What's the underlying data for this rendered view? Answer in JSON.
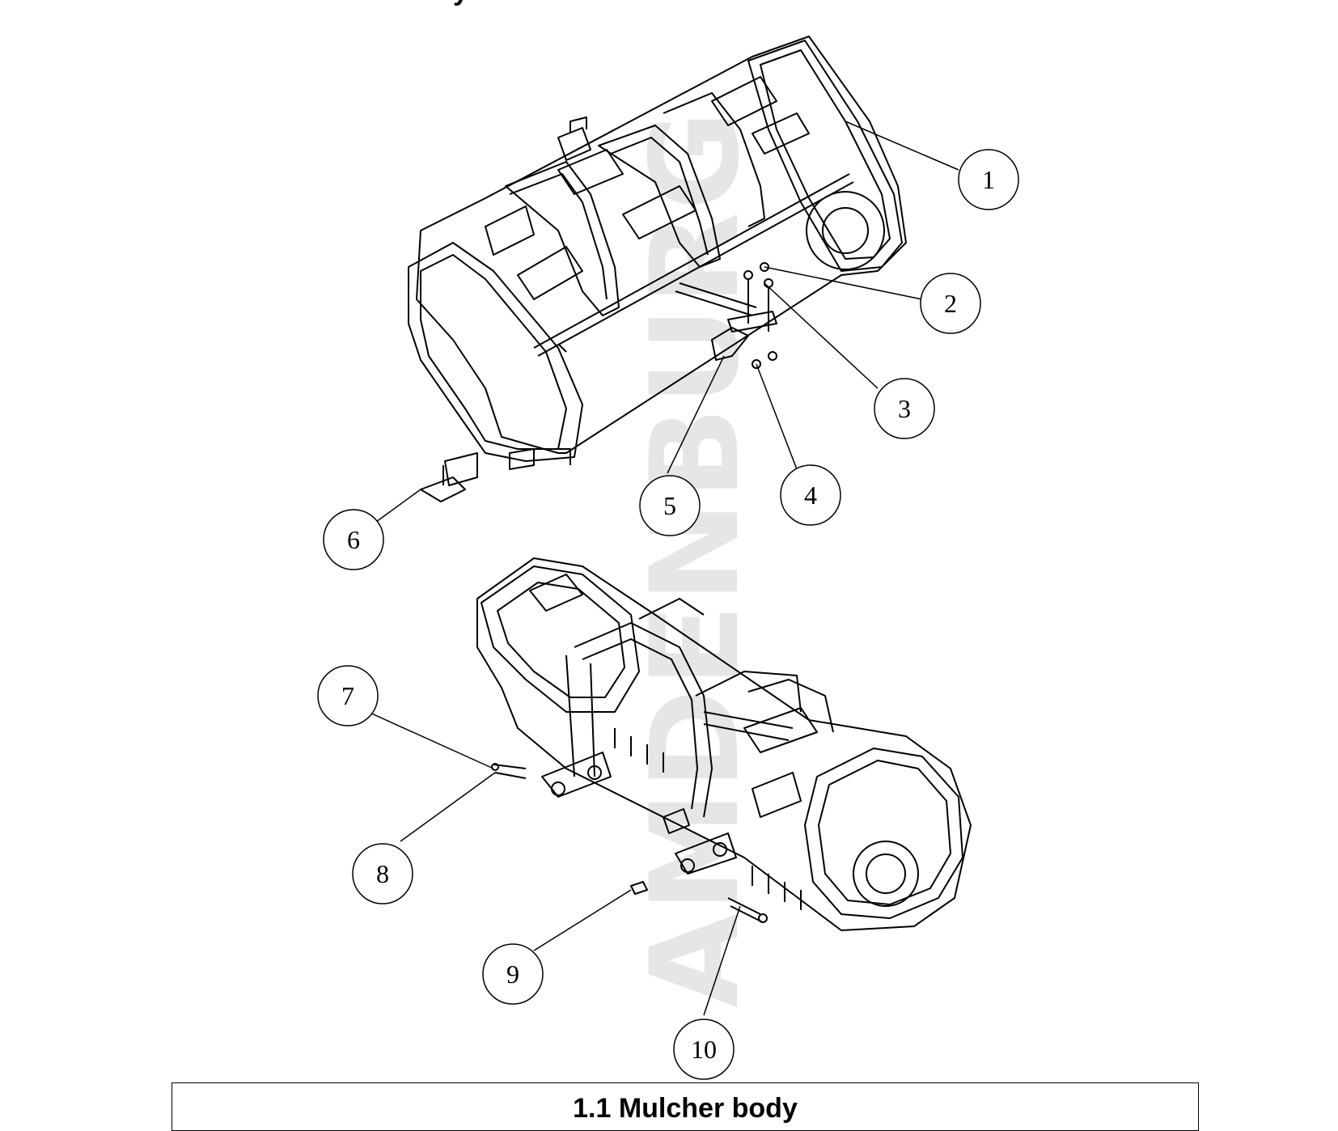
{
  "header": {
    "fragment": "y"
  },
  "watermark": {
    "text": "AMDENBURG"
  },
  "callouts": [
    {
      "number": "1"
    },
    {
      "number": "2"
    },
    {
      "number": "3"
    },
    {
      "number": "4"
    },
    {
      "number": "5"
    },
    {
      "number": "6"
    },
    {
      "number": "7"
    },
    {
      "number": "8"
    },
    {
      "number": "9"
    },
    {
      "number": "10"
    }
  ],
  "caption": {
    "title": "1.1 Mulcher body"
  },
  "colors": {
    "line": "#000000",
    "watermark": "#e6e6e6",
    "background": "#ffffff"
  }
}
